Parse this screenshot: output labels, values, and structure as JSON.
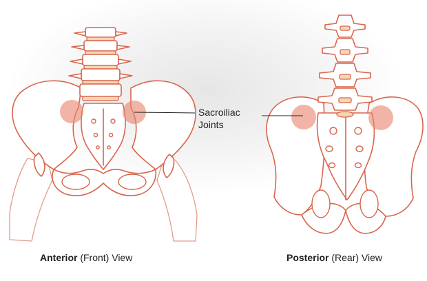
{
  "callout": {
    "line1": "Sacroiliac",
    "line2": "Joints"
  },
  "captions": {
    "anterior_bold": "Anterior",
    "anterior_rest": " (Front) View",
    "posterior_bold": "Posterior",
    "posterior_rest": " (Rear) View"
  },
  "colors": {
    "bone_outline": "#d9654d",
    "joint_highlight": "#e9866f",
    "disc": "#f7d6b4"
  }
}
